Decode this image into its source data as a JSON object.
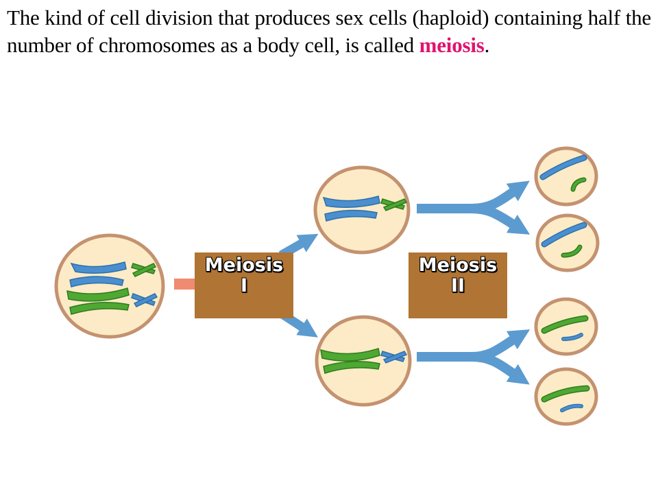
{
  "caption": {
    "text_before": "The kind of cell division that produces sex cells (haploid) containing half the number of chromosomes as a body cell, is called ",
    "term": "meiosis",
    "text_after": "."
  },
  "stages": [
    {
      "line1": "Meiosis",
      "line2": "I"
    },
    {
      "line1": "Meiosis",
      "line2": "II"
    }
  ],
  "colors": {
    "cell_fill": "#fcebc6",
    "cell_border": "#c49270",
    "arrow": "#5b9bd0",
    "chromosome_blue": "#4a8fd0",
    "chromosome_green": "#4ea832",
    "stage_box": "#b07434",
    "input_arrow": "#f08a70",
    "term": "#e0146e"
  }
}
